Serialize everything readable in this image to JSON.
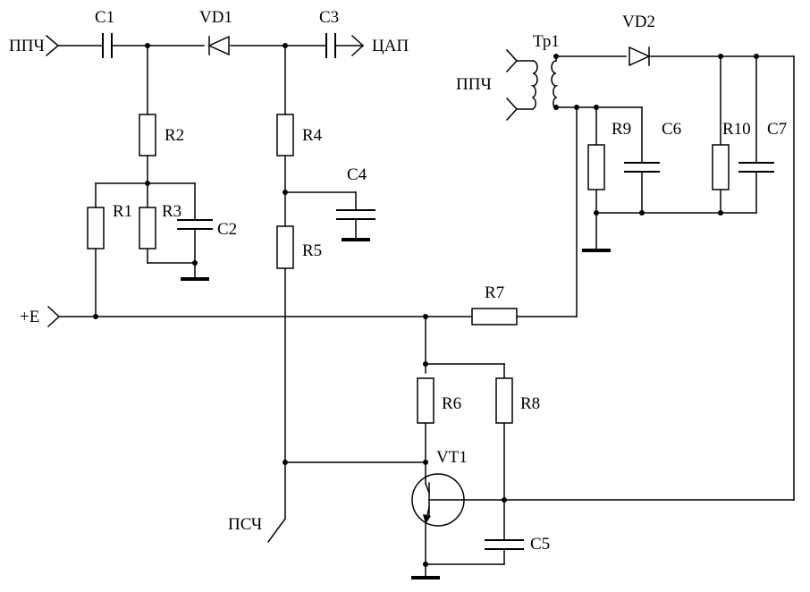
{
  "labels": {
    "C1": "C1",
    "VD1": "VD1",
    "C3": "C3",
    "DAC": "ЦАП",
    "PPCH_left": "ППЧ",
    "PPCH_tr": "ППЧ",
    "Tr1": "Тр1",
    "VD2": "VD2",
    "R1": "R1",
    "R2": "R2",
    "R3": "R3",
    "C2": "C2",
    "R4": "R4",
    "C4": "C4",
    "R5": "R5",
    "R9": "R9",
    "C6": "C6",
    "R10": "R10",
    "C7": "C7",
    "E": "+E",
    "R7": "R7",
    "R6": "R6",
    "R8": "R8",
    "VT1": "VT1",
    "C5": "C5",
    "PSCH": "ПСЧ"
  }
}
